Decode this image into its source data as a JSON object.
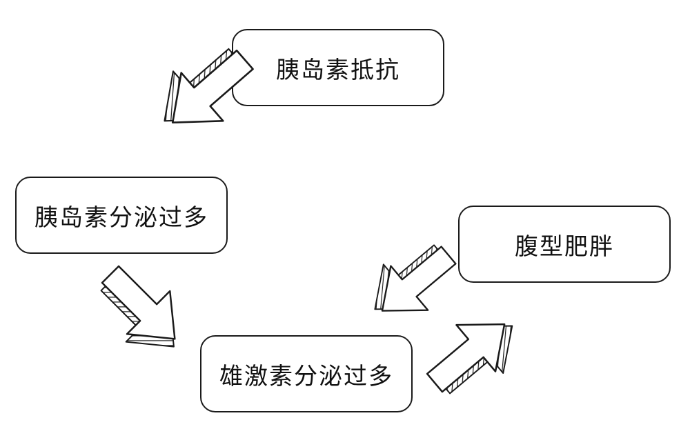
{
  "nodes": {
    "insulin_resistance": "胰岛素抵抗",
    "insulin_excess": "胰岛素分泌过多",
    "abdominal_obesity": "腹型肥胖",
    "androgen_excess": "雄激素分泌过多"
  },
  "edges": [
    {
      "from": "insulin_resistance",
      "to": "insulin_excess"
    },
    {
      "from": "insulin_excess",
      "to": "androgen_excess"
    },
    {
      "from": "androgen_excess",
      "to": "abdominal_obesity"
    },
    {
      "from": "abdominal_obesity",
      "to": "androgen_excess"
    }
  ],
  "colors": {
    "stroke": "#1a1a1a",
    "fill": "#ffffff",
    "text": "#111111"
  },
  "icons": {
    "arrow": "hatched-3d-arrow-icon"
  }
}
